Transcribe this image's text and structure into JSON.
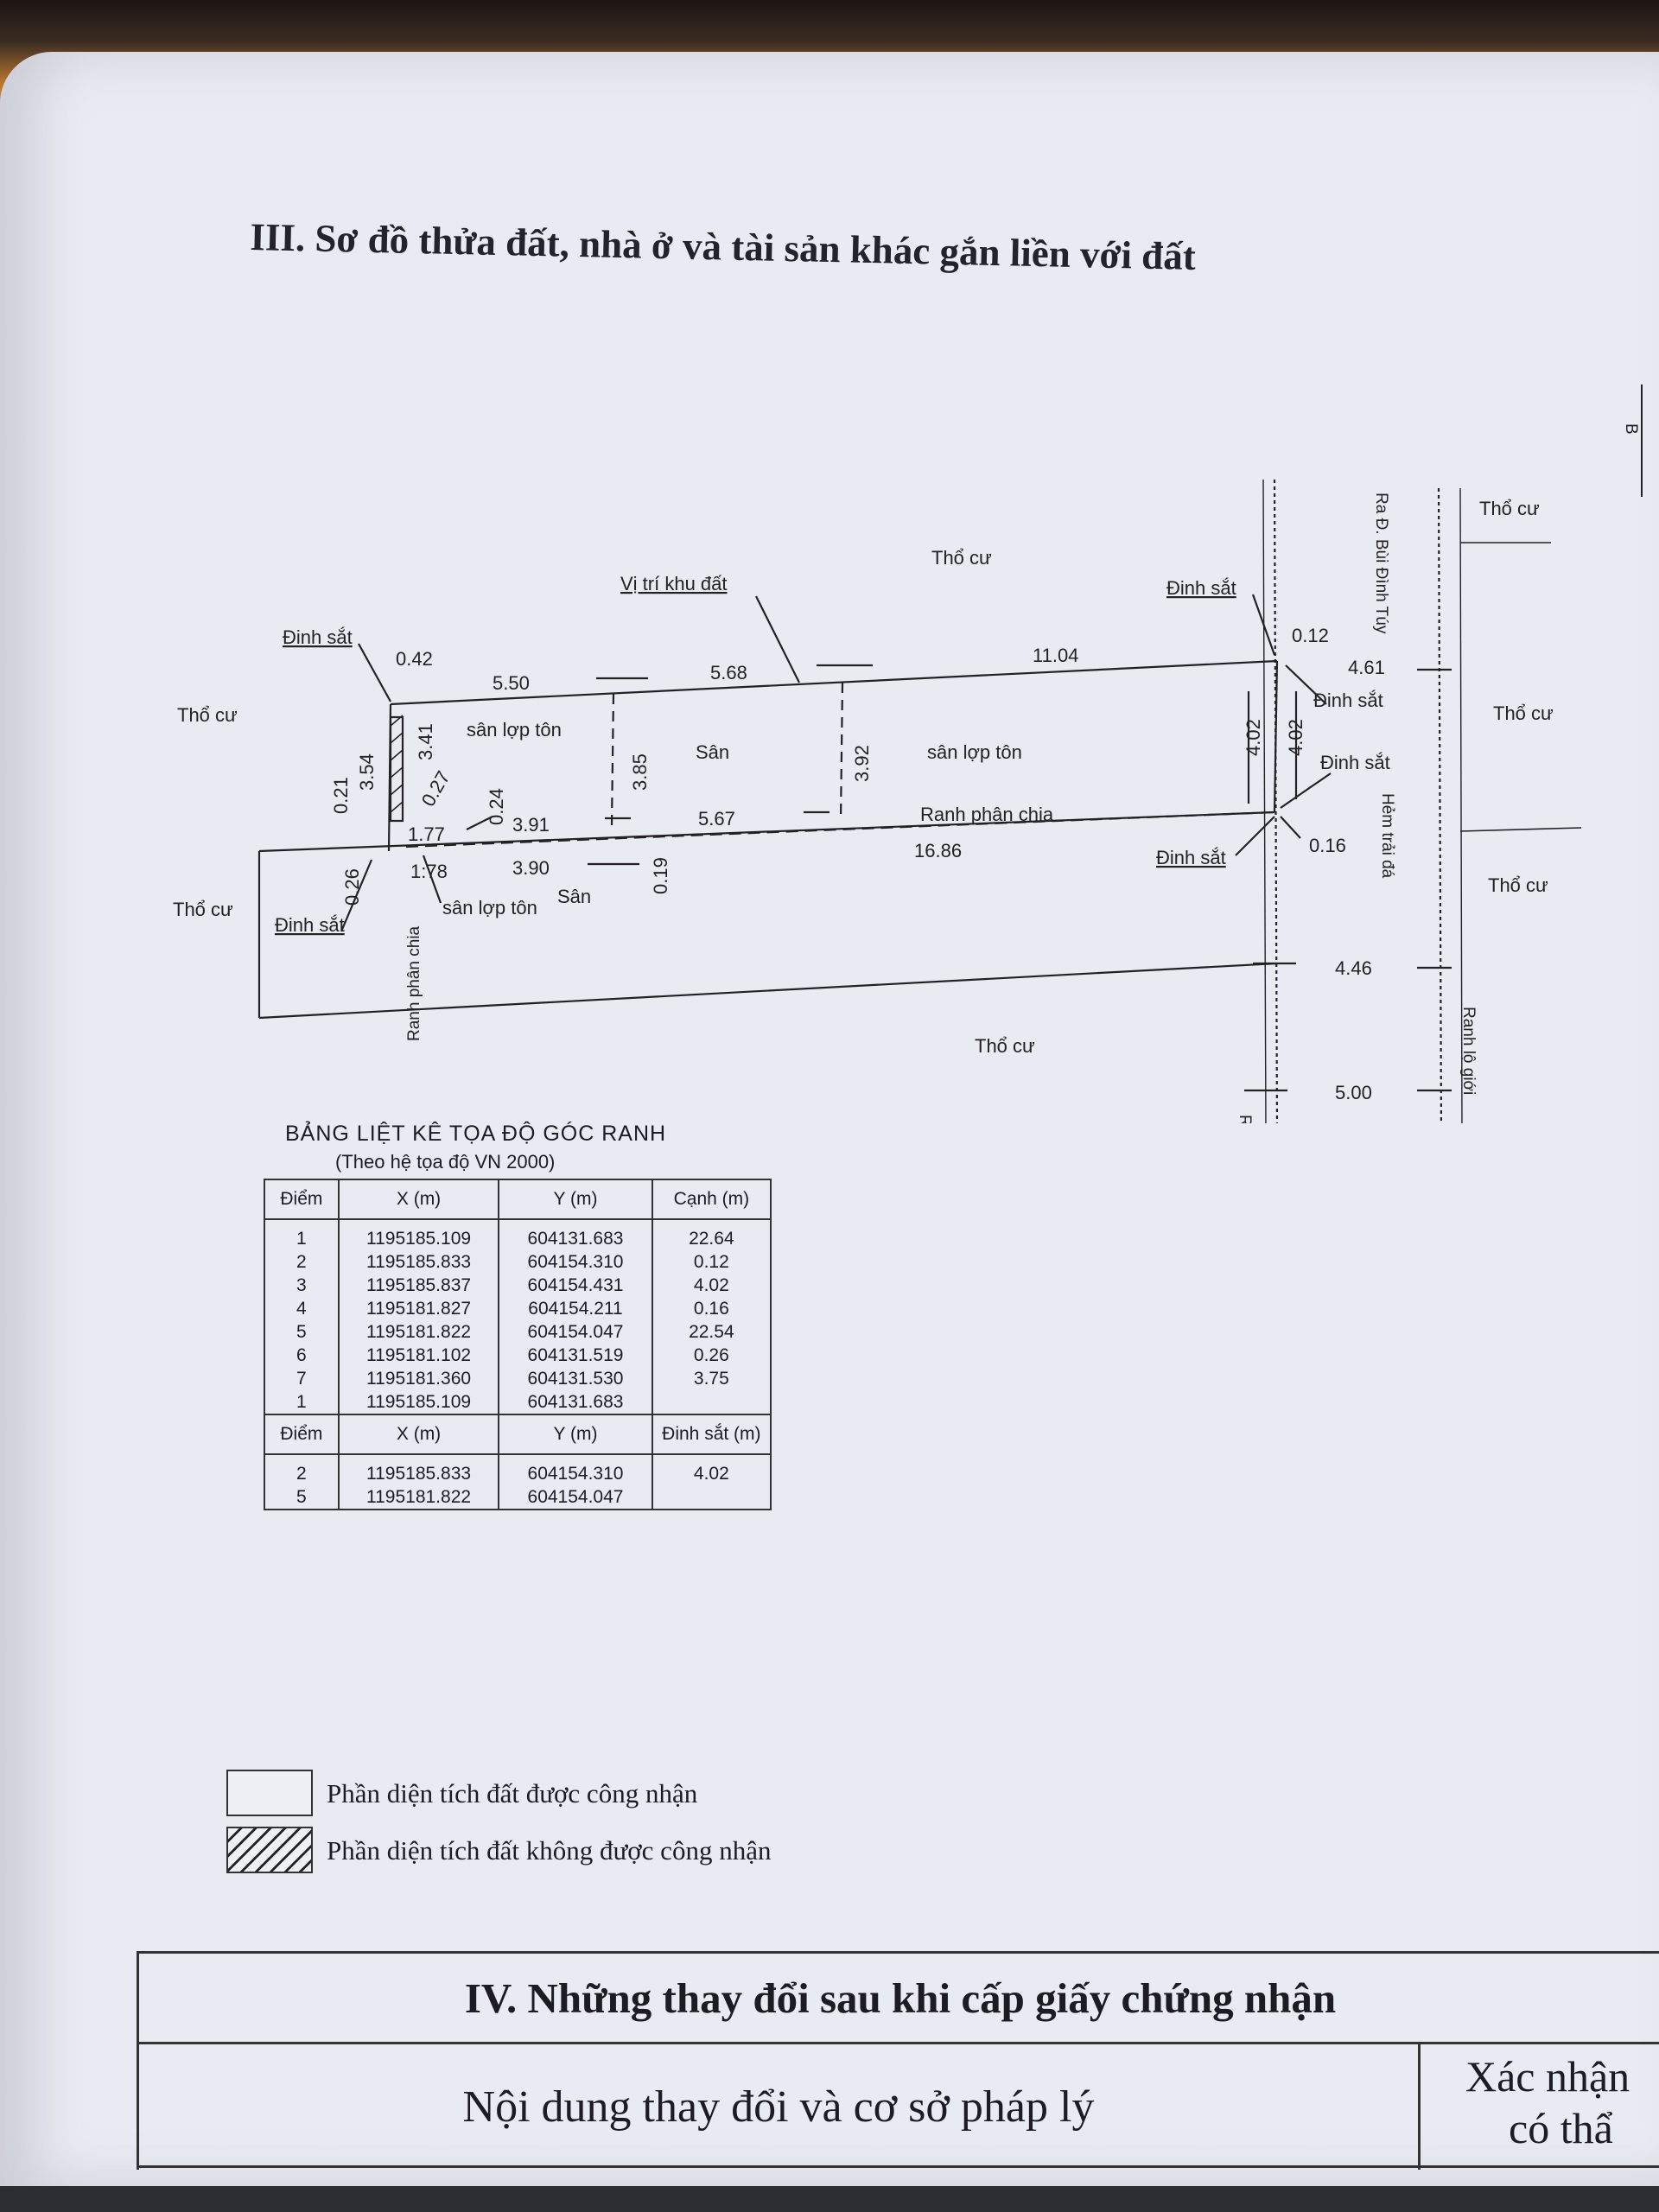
{
  "section_title": "III. Sơ đồ thửa đất, nhà ở và tài sản khác gắn liền với đất",
  "diagram": {
    "neighbors": {
      "north": "Thổ cư",
      "west_upper": "Thổ cư",
      "west_lower": "Thổ cư",
      "south": "Thổ cư",
      "east_1": "Thổ cư",
      "east_2": "Thổ cư",
      "east_3": "Thổ cư"
    },
    "site_label": "Vị trí khu đất",
    "iron_nails": {
      "nw": "Đinh sắt",
      "ne": "Đinh sắt",
      "ne2": "Đinh sắt",
      "se": "Đinh sắt",
      "se2": "Đinh sắt",
      "sw": "Đinh sắt"
    },
    "areas": {
      "roofed_yard_1": "sân lợp tôn",
      "yard_1": "Sân",
      "roofed_yard_2": "sân lợp tôn",
      "roofed_yard_3": "sân lợp tôn",
      "yard_2": "Sân"
    },
    "division_line": "Ranh phân chia",
    "division_line_vertical": "Ranh phân chia",
    "boundary_left": "Ranh lộ giới",
    "boundary_right": "Ranh lộ giới",
    "alley": "Hẻm trải đá",
    "road": "Ra Đ. Bùi Đình Túy",
    "north_mark": "B",
    "dimensions": {
      "top_1": "5.50",
      "top_2": "5.68",
      "top_3": "11.04",
      "nw_corner": "0.42",
      "ne_corner": "0.12",
      "mid_1": "3.91",
      "mid_2": "5.67",
      "mid_3": "16.86",
      "mid_4": "1.77",
      "low_1": "1:78",
      "low_2": "3.90",
      "v_1": "3.54",
      "v_2": "3.41",
      "v_3": "0.21",
      "v_4": "0.27",
      "v_5": "0.24",
      "v_6": "3.85",
      "v_7": "3.92",
      "v_8": "0.26",
      "v_9": "0.19",
      "v_10": "4.02",
      "v_11": "4.02",
      "se_corner": "0.16",
      "road_width_1": "4.61",
      "road_width_2": "4.46",
      "road_width_3": "5.00"
    }
  },
  "coordinates": {
    "heading": "BẢNG LIỆT KÊ TỌA ĐỘ GÓC RANH",
    "subheading": "(Theo hệ tọa độ VN 2000)",
    "headers": {
      "point": "Điểm",
      "x": "X (m)",
      "y": "Y (m)",
      "edge": "Cạnh (m)"
    },
    "rows": [
      {
        "point": "1",
        "x": "1195185.109",
        "y": "604131.683",
        "edge": "22.64"
      },
      {
        "point": "2",
        "x": "1195185.833",
        "y": "604154.310",
        "edge": "0.12"
      },
      {
        "point": "3",
        "x": "1195185.837",
        "y": "604154.431",
        "edge": "4.02"
      },
      {
        "point": "4",
        "x": "1195181.827",
        "y": "604154.211",
        "edge": "0.16"
      },
      {
        "point": "5",
        "x": "1195181.822",
        "y": "604154.047",
        "edge": "22.54"
      },
      {
        "point": "6",
        "x": "1195181.102",
        "y": "604131.519",
        "edge": "0.26"
      },
      {
        "point": "7",
        "x": "1195181.360",
        "y": "604131.530",
        "edge": "3.75"
      },
      {
        "point": "1",
        "x": "1195185.109",
        "y": "604131.683",
        "edge": ""
      }
    ],
    "nail_headers": {
      "point": "Điểm",
      "x": "X (m)",
      "y": "Y (m)",
      "nail": "Đinh sắt (m)"
    },
    "nail_rows": [
      {
        "point": "2",
        "x": "1195185.833",
        "y": "604154.310",
        "nail": "4.02"
      },
      {
        "point": "5",
        "x": "1195181.822",
        "y": "604154.047",
        "nail": ""
      }
    ]
  },
  "legend": {
    "recognized": "Phần diện tích đất được công nhận",
    "not_recognized": "Phần diện tích đất không được công nhận"
  },
  "changes": {
    "title": "IV. Những thay đổi sau khi cấp giấy chứng nhận",
    "content_header": "Nội dung thay đổi và cơ sở pháp lý",
    "confirm_line1": "Xác nhận",
    "confirm_line2": "có thẩ"
  }
}
